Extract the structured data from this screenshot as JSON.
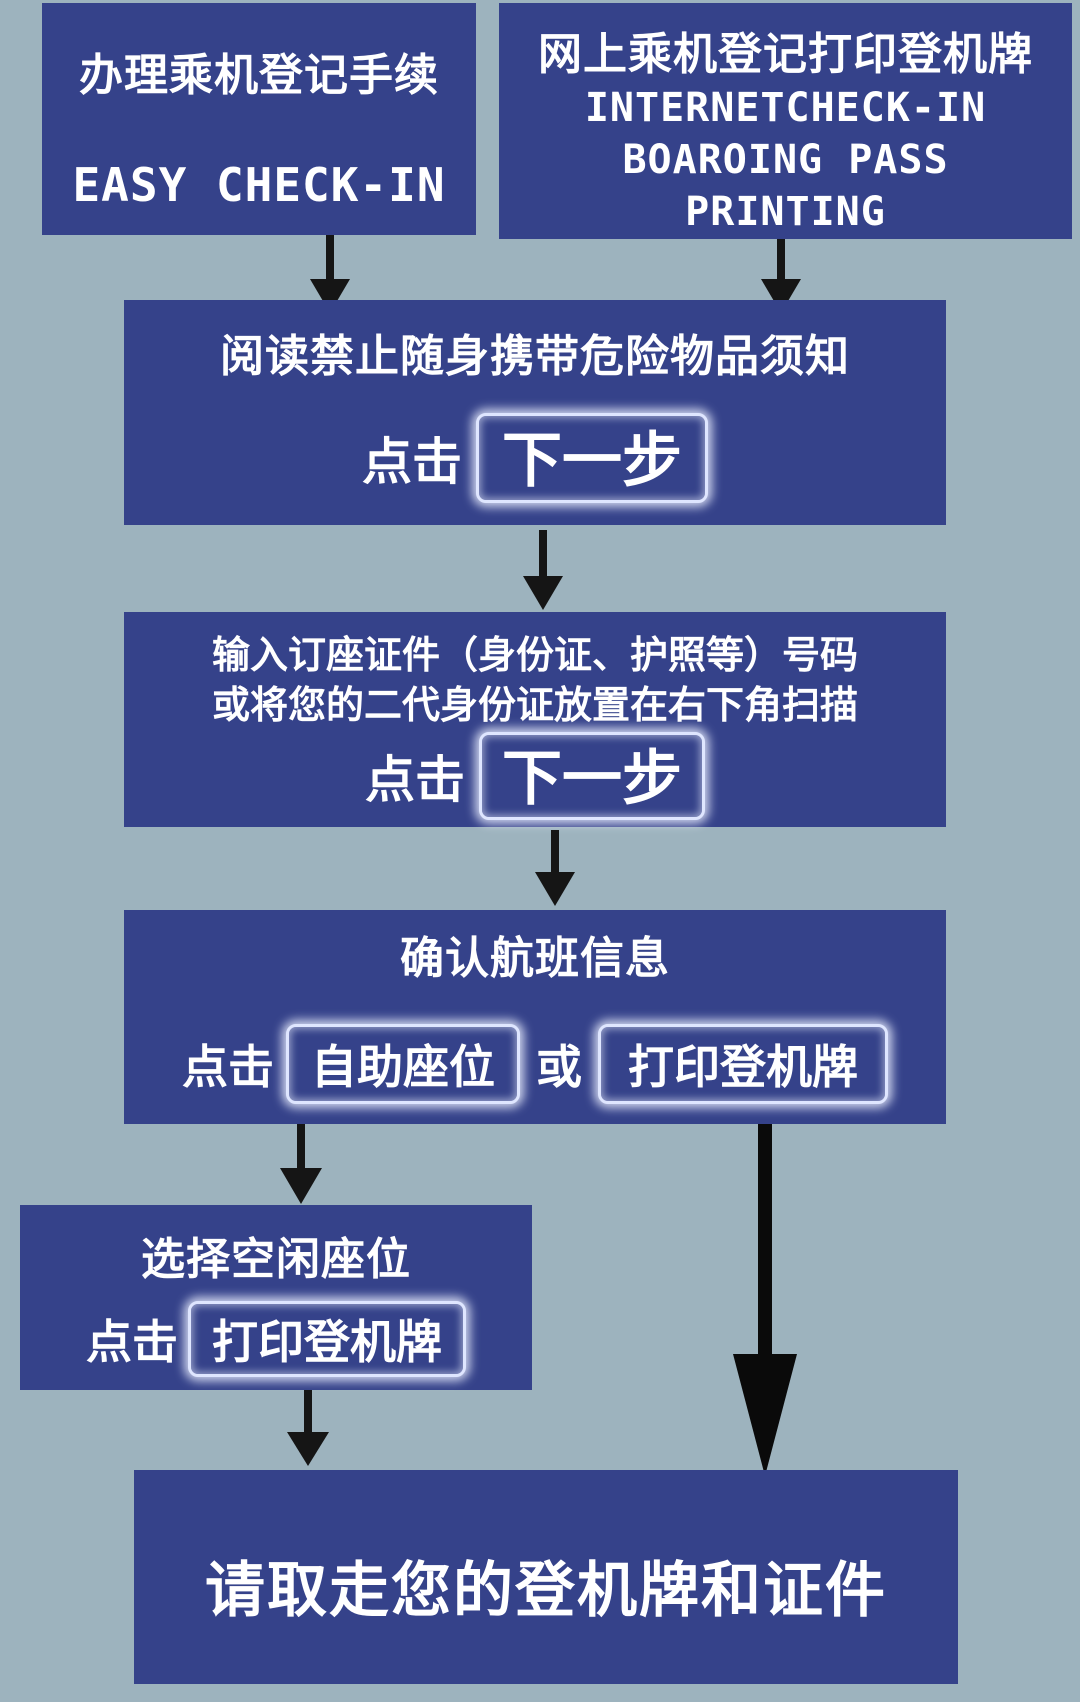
{
  "start_left": {
    "title": "办理乘机登记手续",
    "subtitle": "EASY CHECK-IN"
  },
  "start_right": {
    "title": "网上乘机登记打印登机牌",
    "line1": "INTERNETCHECK-IN",
    "line2": "BOAROING PASS",
    "line3": "PRINTING"
  },
  "step_read": {
    "title": "阅读禁止随身携带危险物品须知",
    "click": "点击",
    "button": "下一步"
  },
  "step_id": {
    "line1": "输入订座证件（身份证、护照等）号码",
    "line2": "或将您的二代身份证放置在右下角扫描",
    "click": "点击",
    "button": "下一步"
  },
  "step_confirm": {
    "title": "确认航班信息",
    "click": "点击",
    "button_seat": "自助座位",
    "or": "或",
    "button_print": "打印登机牌"
  },
  "step_seat": {
    "title": "选择空闲座位",
    "click": "点击",
    "button": "打印登机牌"
  },
  "final": {
    "title": "请取走您的登机牌和证件"
  },
  "colors": {
    "background": "#9db3be",
    "box": "#35428a",
    "arrow": "#151515"
  }
}
